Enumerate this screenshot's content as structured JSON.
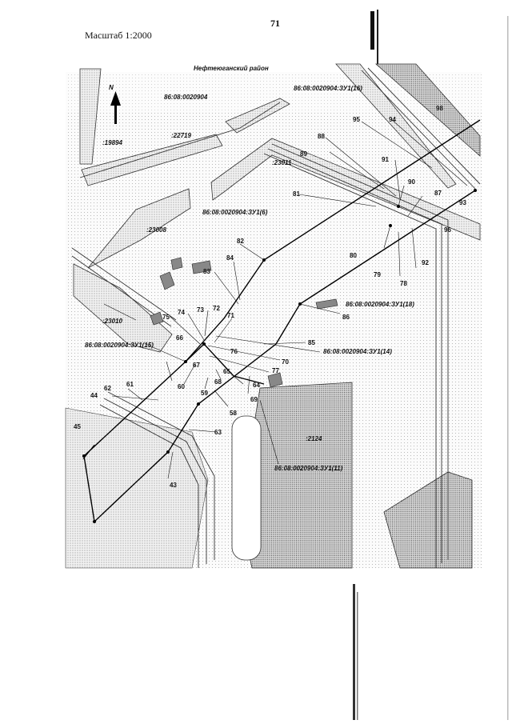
{
  "page": {
    "number": "71",
    "scale": "Масштаб 1:2000"
  },
  "map": {
    "district": "Нефтеюганский район",
    "north": "N",
    "quarter": "86:08:0020904",
    "parcels": [
      {
        "name": "parcel-19894",
        "label": ":19894"
      },
      {
        "name": "parcel-22719",
        "label": ":22719"
      },
      {
        "name": "parcel-23011",
        "label": ":23011"
      },
      {
        "name": "parcel-23008",
        "label": ":23008"
      },
      {
        "name": "parcel-23010",
        "label": ":23010"
      },
      {
        "name": "parcel-2124",
        "label": ":2124"
      }
    ],
    "zones": [
      {
        "name": "zone-zu16",
        "label": "86:08:0020904:ЗУ1(16)"
      },
      {
        "name": "zone-zu6",
        "label": "86:08:0020904:ЗУ1(6)"
      },
      {
        "name": "zone-zu18",
        "label": "86:08:0020904:ЗУ1(18)"
      },
      {
        "name": "zone-zu15",
        "label": "86:08:0020904:ЗУ1(15)"
      },
      {
        "name": "zone-zu14",
        "label": "86:08:0020904:ЗУ1(14)"
      },
      {
        "name": "zone-zu11",
        "label": "86:08:0020904:ЗУ1(11)"
      }
    ],
    "points": [
      "43",
      "44",
      "45",
      "58",
      "59",
      "60",
      "61",
      "62",
      "63",
      "64",
      "65",
      "66",
      "67",
      "68",
      "69",
      "70",
      "71",
      "72",
      "73",
      "74",
      "75",
      "76",
      "77",
      "78",
      "79",
      "80",
      "81",
      "82",
      "83",
      "84",
      "85",
      "86",
      "87",
      "88",
      "89",
      "90",
      "91",
      "92",
      "93",
      "94",
      "95",
      "96",
      "98"
    ]
  }
}
